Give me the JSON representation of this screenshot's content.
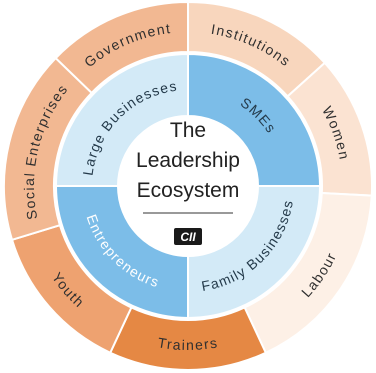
{
  "center": {
    "title_lines": [
      "The",
      "Leadership",
      "Ecosystem"
    ],
    "logo_text": "CII"
  },
  "inner_ring": [
    {
      "label": "Large Businesses",
      "color": "#d3eaf7",
      "text_style": "dark"
    },
    {
      "label": "SMEs",
      "color": "#7cbde8",
      "text_style": "dark"
    },
    {
      "label": "Family Businesses",
      "color": "#d3eaf7",
      "text_style": "dark"
    },
    {
      "label": "Entrepreneurs",
      "color": "#7cbde8",
      "text_style": "light"
    }
  ],
  "outer_ring": [
    {
      "label": "Government",
      "color": "#f2b892"
    },
    {
      "label": "Institutions",
      "color": "#f8d6bd"
    },
    {
      "label": "Women",
      "color": "#fbe3d2"
    },
    {
      "label": "Labour",
      "color": "#fdf0e6"
    },
    {
      "label": "Trainers",
      "color": "#e58844"
    },
    {
      "label": "Youth",
      "color": "#eea270"
    },
    {
      "label": "Social Enterprises",
      "color": "#f2b892"
    }
  ],
  "colors": {
    "ring_separator": "#ffffff",
    "center_fill": "#ffffff",
    "rule_line": "#333333",
    "logo_fill": "#1a1a1a"
  }
}
